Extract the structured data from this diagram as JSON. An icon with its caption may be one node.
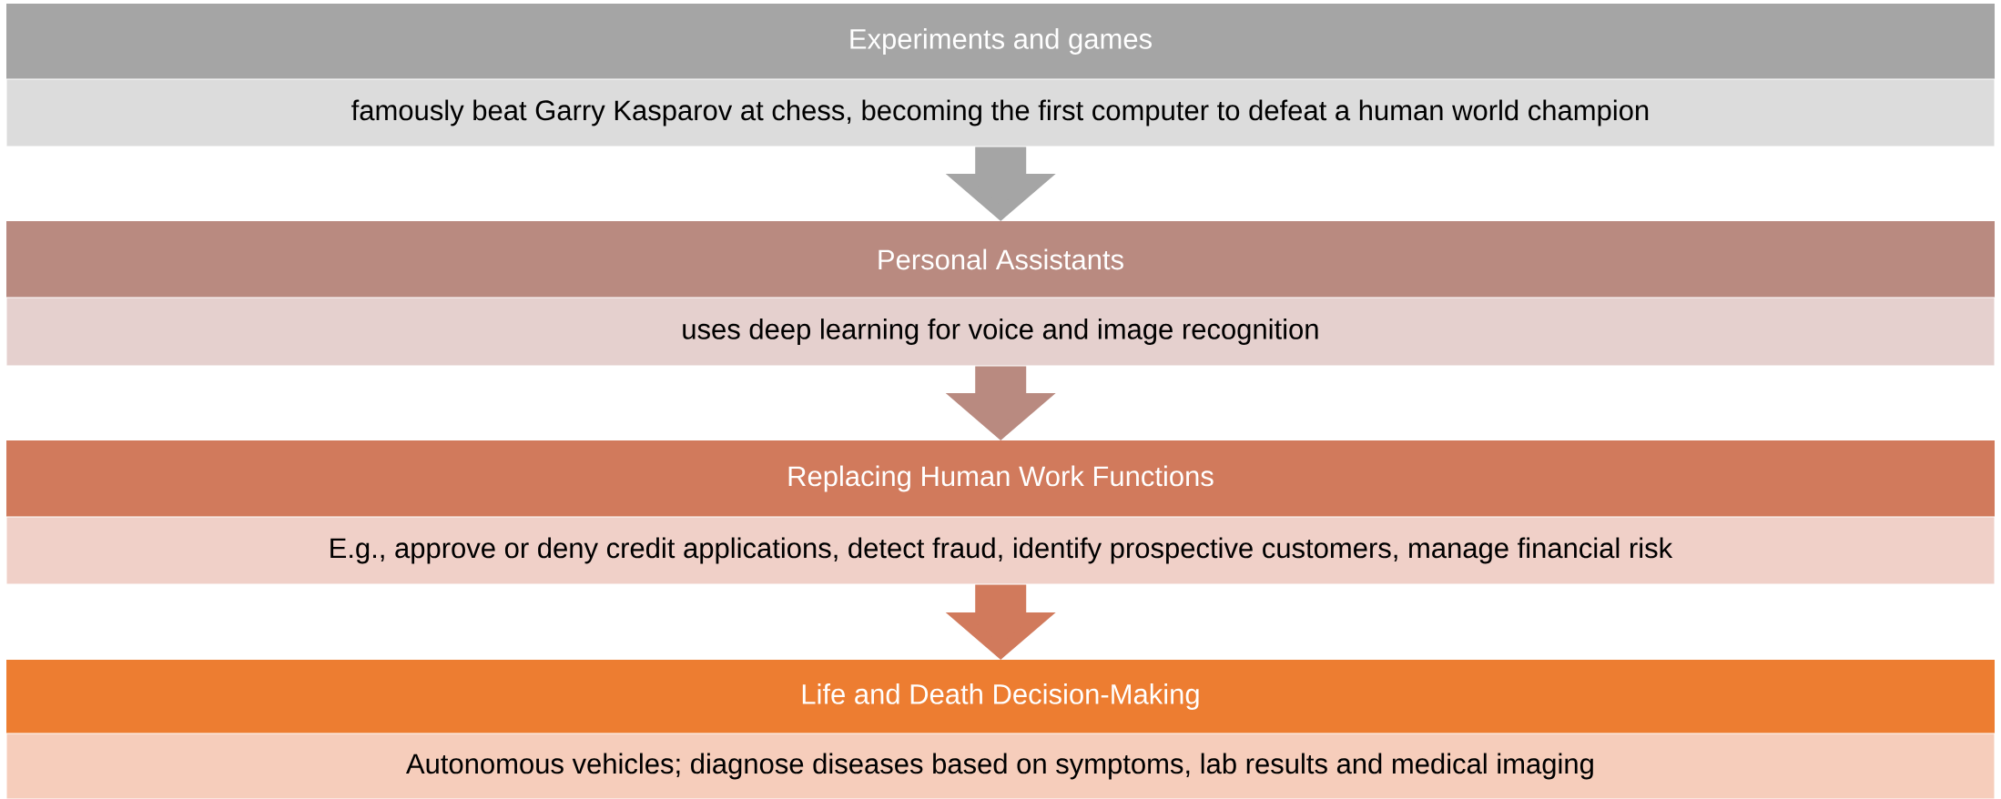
{
  "diagram": {
    "nodes": [
      {
        "text": [
          "Experiments and games",
          "famously beat Garry Kasparov at chess, becoming the first computer to defeat a human world champion"
        ]
      },
      {
        "text": [
          "Personal Assistants",
          "uses deep learning for voice and image recognition"
        ]
      },
      {
        "text": [
          "Replacing Human Work Functions",
          "E.g., approve or deny credit applications, detect fraud, identify prospective customers, manage financial risk"
        ]
      },
      {
        "text": [
          "Life and Death Decision-Making",
          "Autonomous vehicles; diagnose diseases based on symptoms, lab results and medical imaging"
        ]
      }
    ],
    "edges": [
      {
        "from": 0,
        "to": 1,
        "arrow": "to",
        "color": "#a5a5a5"
      },
      {
        "from": 1,
        "to": 2,
        "arrow": "to",
        "color": "#b98a80"
      },
      {
        "from": 2,
        "to": 3,
        "arrow": "to",
        "color": "#d17a5c"
      }
    ]
  }
}
